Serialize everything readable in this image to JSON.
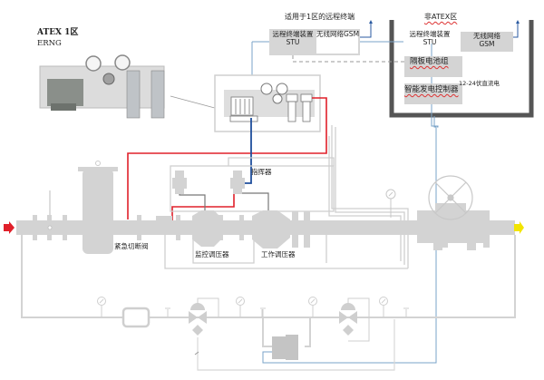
{
  "title": {
    "zone": "ATEX 1区",
    "product": "ERNG"
  },
  "remote_zone1": {
    "caption": "适用于1区的远程终端",
    "stu_label_line1": "远程终端装置",
    "stu_label_line2": "STU",
    "gsm_label": "无线网络GSM"
  },
  "non_atex": {
    "caption": "非ATEX区",
    "stu_label_line1": "远程终端装置",
    "stu_label_line2": "STU",
    "gsm_label_line1": "无线网络",
    "gsm_label_line2": "GSM",
    "battery_label": "隔板电池组",
    "controller_label": "智能发电控制器",
    "dc_label": "12-24伏直流电"
  },
  "pipeline": {
    "pilot_label": "指挥器",
    "shutoff_label": "紧急切断阀",
    "monitor_label": "监控调压器",
    "worker_label": "工作调压器"
  },
  "colors": {
    "pipe_gray": "#d3d3d3",
    "line_gray": "#cfcfcf",
    "signal_red": "#e0202a",
    "signal_blue": "#1f4e9c",
    "signal_lightblue": "#7aa3c8",
    "enclosure": "#555555",
    "inlet_arrow": "#e0202a",
    "outlet_arrow": "#f2e400"
  },
  "icons": {
    "inlet": "arrow-right-icon",
    "outlet": "arrow-right-icon",
    "gauge": "pressure-gauge-icon",
    "handwheel": "handwheel-icon"
  }
}
